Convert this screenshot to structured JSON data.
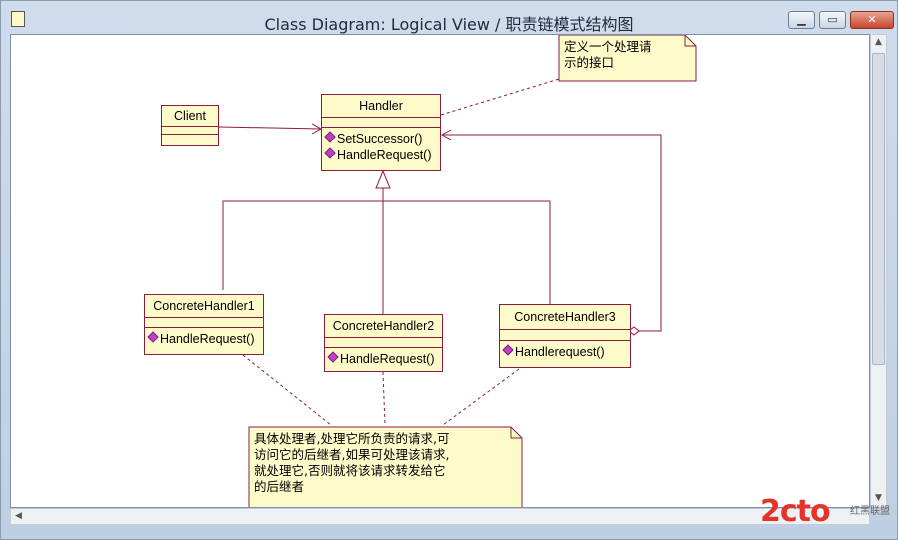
{
  "window": {
    "title": "Class Diagram: Logical View / 职责链模式结构图"
  },
  "classes": {
    "client": {
      "name": "Client"
    },
    "handler": {
      "name": "Handler",
      "ops": [
        "SetSuccessor()",
        "HandleRequest()"
      ]
    },
    "ch1": {
      "name": "ConcreteHandler1",
      "ops": [
        "HandleRequest()"
      ]
    },
    "ch2": {
      "name": "ConcreteHandler2",
      "ops": [
        "HandleRequest()"
      ]
    },
    "ch3": {
      "name": "ConcreteHandler3",
      "ops": [
        "Handlerequest()"
      ]
    }
  },
  "notes": {
    "top": [
      "定义一个处理请",
      "示的接口"
    ],
    "bottom": [
      "具体处理者,处理它所负责的请求,可",
      "访问它的后继者,如果可处理该请求,",
      "就处理它,否则就将该请求转发给它",
      "的后继者"
    ]
  },
  "watermark": {
    "logo": "2cto",
    "sub": "红黑联盟"
  },
  "colors": {
    "line": "#8b1c3e",
    "fill": "#fdfbc9",
    "op_icon": "#c23fc6"
  },
  "icons": {
    "minimize": "minimize-icon",
    "maximize": "maximize-icon",
    "close": "close-icon"
  }
}
